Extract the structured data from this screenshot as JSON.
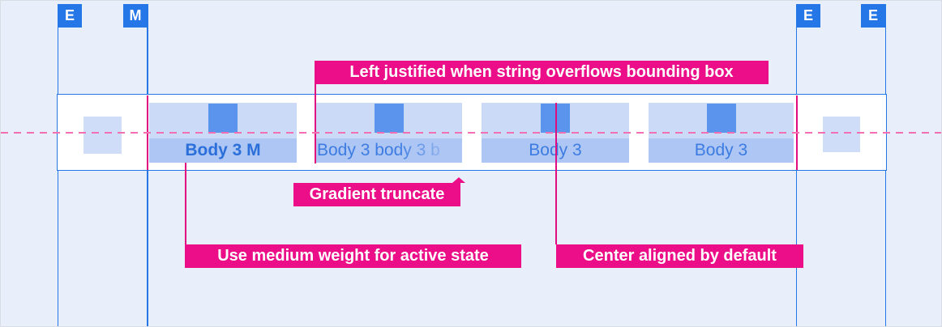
{
  "colors": {
    "background": "#E9EEFB",
    "guide_blue": "#2577E8",
    "badge_blue": "#2577E8",
    "tab_fill": "#CBDAF7",
    "tab_label_fill": "#AEC6F3",
    "icon_fill": "#5B94EC",
    "side_square_fill": "#CFDDF8",
    "annotation_pink": "#EC0E88",
    "dashed_guide_pink": "#F26FB1",
    "connector_pink": "#E00C80",
    "tab_text_blue": "#3C7CE2",
    "tab_text_active_blue": "#2B6FDB"
  },
  "margin_markers": {
    "outer_left": "E",
    "inner_left": "M",
    "inner_right": "E",
    "outer_right": "E"
  },
  "tab_bar": {
    "tabs": [
      {
        "label": "Body 3 M",
        "state": "active-medium-weight",
        "alignment": "center"
      },
      {
        "label": "Body 3 body 3 b",
        "state": "overflow-gradient-truncated",
        "alignment": "left"
      },
      {
        "label": "Body 3",
        "state": "default",
        "alignment": "center"
      },
      {
        "label": "Body 3",
        "state": "default",
        "alignment": "center"
      }
    ]
  },
  "annotations": {
    "left_justified": "Left justified when string overflows bounding box",
    "gradient_truncate": "Gradient truncate",
    "medium_weight": "Use medium weight for active state",
    "center_aligned": "Center aligned by default"
  }
}
